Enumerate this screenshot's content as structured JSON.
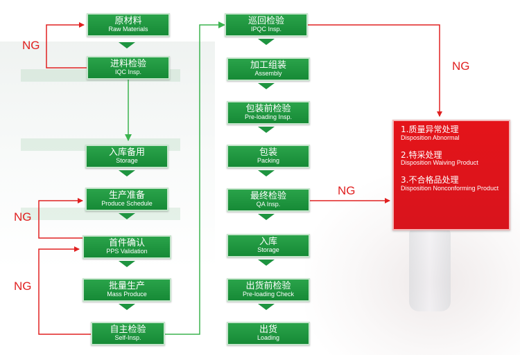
{
  "steps_left": [
    {
      "cn": "原材料",
      "en": "Raw Materials"
    },
    {
      "cn": "进料检验",
      "en": "IQC Insp."
    },
    {
      "cn": "入库备用",
      "en": "Storage"
    },
    {
      "cn": "生产准备",
      "en": "Produce Schedule"
    },
    {
      "cn": "首件确认",
      "en": "PPS Validation"
    },
    {
      "cn": "批量生产",
      "en": "Mass Produce"
    },
    {
      "cn": "自主检验",
      "en": "Self-Insp."
    }
  ],
  "steps_mid": [
    {
      "cn": "巡回检验",
      "en": "IPQC Insp."
    },
    {
      "cn": "加工组装",
      "en": "Assembly"
    },
    {
      "cn": "包装前检验",
      "en": "Pre-loading Insp."
    },
    {
      "cn": "包装",
      "en": "Packing"
    },
    {
      "cn": "最终检验",
      "en": "QA Insp."
    },
    {
      "cn": "入库",
      "en": "Storage"
    },
    {
      "cn": "出货前检验",
      "en": "Pre-loading Check"
    },
    {
      "cn": "出货",
      "en": "Loading"
    }
  ],
  "ng_label": "NG",
  "disposition": [
    {
      "cn": "1.质量异常处理",
      "en": "Disposition Abnormal"
    },
    {
      "cn": "2.特采处理",
      "en": "Disposition Waiving Product"
    },
    {
      "cn": "3.不合格品处理",
      "en": "Disposition Nonconforming Product"
    }
  ],
  "colors": {
    "box": "#1a8f3a",
    "red": "#e02020",
    "line_green": "#3bb34f"
  }
}
